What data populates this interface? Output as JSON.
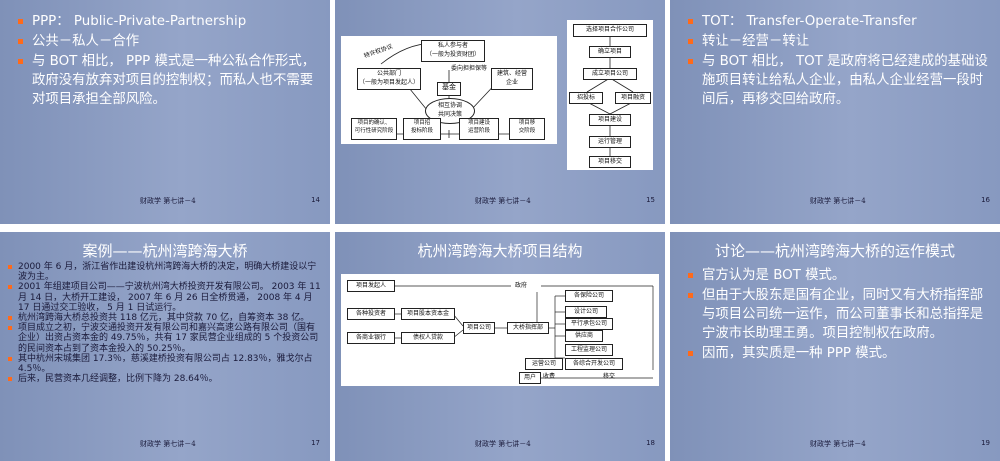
{
  "slides": [
    {
      "page": "14",
      "footer": "财政学 第七讲－4",
      "bullets": [
        "PPP： Public-Private-Partnership",
        "公共－私人－合作",
        "与 BOT 相比， PPP 模式是一种公私合作形式，政府没有放弃对项目的控制权；而私人也不需要对项目承担全部风险。"
      ]
    },
    {
      "page": "15",
      "footer": "财政学 第七讲－4",
      "diagram_left": {
        "arc_label": "特许权协议",
        "participant": "私人参与者\n（一般为投资财团）",
        "public_sector": "公共部门\n（一般为项目发起人）",
        "guarantee": "委向担担保等",
        "fund": "基金",
        "builder": "建筑、经营\n企业",
        "center": "相互协调\n共同决策",
        "phases": [
          "项目的确认、\n可行性研究阶段",
          "项目招\n投标阶段",
          "项目建设\n运营阶段",
          "项目移\n交阶段"
        ]
      },
      "diagram_right": {
        "steps": [
          "选择项目合作公司",
          "确立项目",
          "成立项目公司",
          "招投标",
          "项目融资",
          "项目建设",
          "运行管理",
          "项目移交"
        ]
      }
    },
    {
      "page": "16",
      "footer": "财政学 第七讲－4",
      "bullets": [
        "TOT： Transfer-Operate-Transfer",
        "转让－经营－转让",
        "与 BOT 相比， TOT 是政府将已经建成的基础设施项目转让给私人企业，由私人企业经营一段时间后，再移交回给政府。"
      ]
    },
    {
      "page": "17",
      "footer": "财政学 第七讲－4",
      "title": "案例——杭州湾跨海大桥",
      "bullets": [
        "2000 年 6 月，浙江省作出建设杭州湾跨海大桥的决定，明确大桥建设以宁波为主。",
        "2001 年组建项目公司——宁波杭州湾大桥投资开发有限公司。 2003 年 11 月 14 日，大桥开工建设， 2007 年 6 月 26 日全桥贯通， 2008 年 4 月 17 日通过交工验收， 5 月 1 日试运行。",
        "杭州湾跨海大桥总投资共 118 亿元，其中贷款 70 亿，自筹资本 38 亿。",
        "项目成立之初，宁波交通投资开发有限公司和嘉兴高速公路有限公司（国有企业）出资占资本金的 49.75％，共有 17 家民营企业组成的 5 个投资公司的民间资本占到了资本金投入的 50.25％。",
        "其中杭州宋城集团 17.3％，慈溪建桥投资有限公司占 12.83％，雅戈尔占 4.5％。",
        "后来，民营资本几经调整，比例下降为 28.64％。"
      ]
    },
    {
      "page": "18",
      "footer": "财政学 第七讲－4",
      "title": "杭州湾跨海大桥项目结构",
      "structure": {
        "initiator": "项目发起人",
        "government": "政府",
        "investors": "各种投资者",
        "capital": "项目股本资本金",
        "company": "项目公司",
        "hq": "大桥指挥部",
        "banks": "各商业银行",
        "loan": "债权人贷款",
        "parties": [
          "各保险公司",
          "设计公司",
          "平行承包公司",
          "供应商",
          "工程监理公司",
          "运营公司",
          "各综合开发公司"
        ],
        "users": "用户",
        "fees": "收费",
        "transfer": "移交"
      }
    },
    {
      "page": "19",
      "footer": "财政学 第七讲－4",
      "title": "讨论——杭州湾跨海大桥的运作模式",
      "bullets": [
        "官方认为是 BOT 模式。",
        "但由于大股东是国有企业，同时又有大桥指挥部与项目公司统一运作，而公司董事长和总指挥是宁波市长助理王勇。项目控制权在政府。",
        "因而，其实质是一种 PPP 模式。"
      ]
    }
  ],
  "colors": {
    "slide_bg": "#8ea0c6",
    "bullet": "#ff6a1a",
    "text": "#ffffff"
  }
}
